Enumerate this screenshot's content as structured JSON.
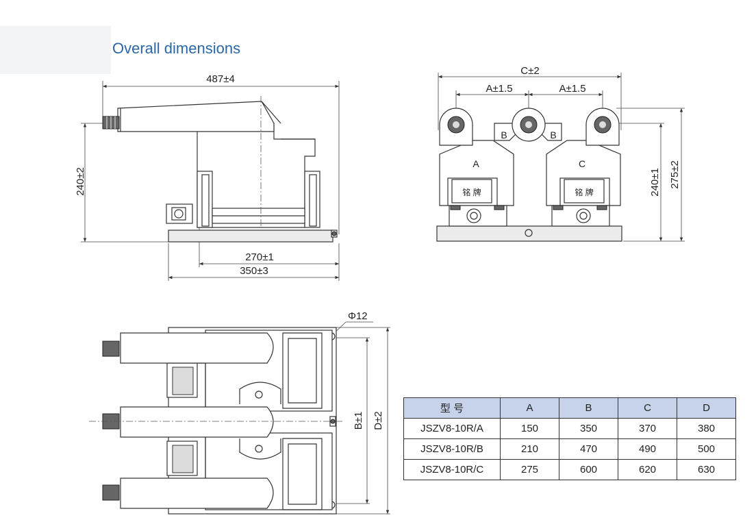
{
  "title": "Overall dimensions",
  "front_view": {
    "length_dim": "487±4",
    "height_dim": "240±2",
    "base_inner_dim": "270±1",
    "base_outer_dim": "350±3"
  },
  "side_view": {
    "width_dim": "C±2",
    "spacing_left": "A±1.5",
    "spacing_right": "A±1.5",
    "label_b_left": "B",
    "label_b_right": "B",
    "phase_a": "A",
    "phase_c": "C",
    "nameplate_left": "铭 牌",
    "nameplate_right": "铭 牌",
    "height_inner": "240±1",
    "height_outer": "275±2"
  },
  "top_view": {
    "hole_dim": "Φ12",
    "width_b": "B±1",
    "width_d": "D±2"
  },
  "table": {
    "headers": [
      "型 号",
      "A",
      "B",
      "C",
      "D"
    ],
    "rows": [
      [
        "JSZV8-10R/A",
        "150",
        "350",
        "370",
        "380"
      ],
      [
        "JSZV8-10R/B",
        "210",
        "470",
        "490",
        "500"
      ],
      [
        "JSZV8-10R/C",
        "275",
        "600",
        "620",
        "630"
      ]
    ]
  }
}
